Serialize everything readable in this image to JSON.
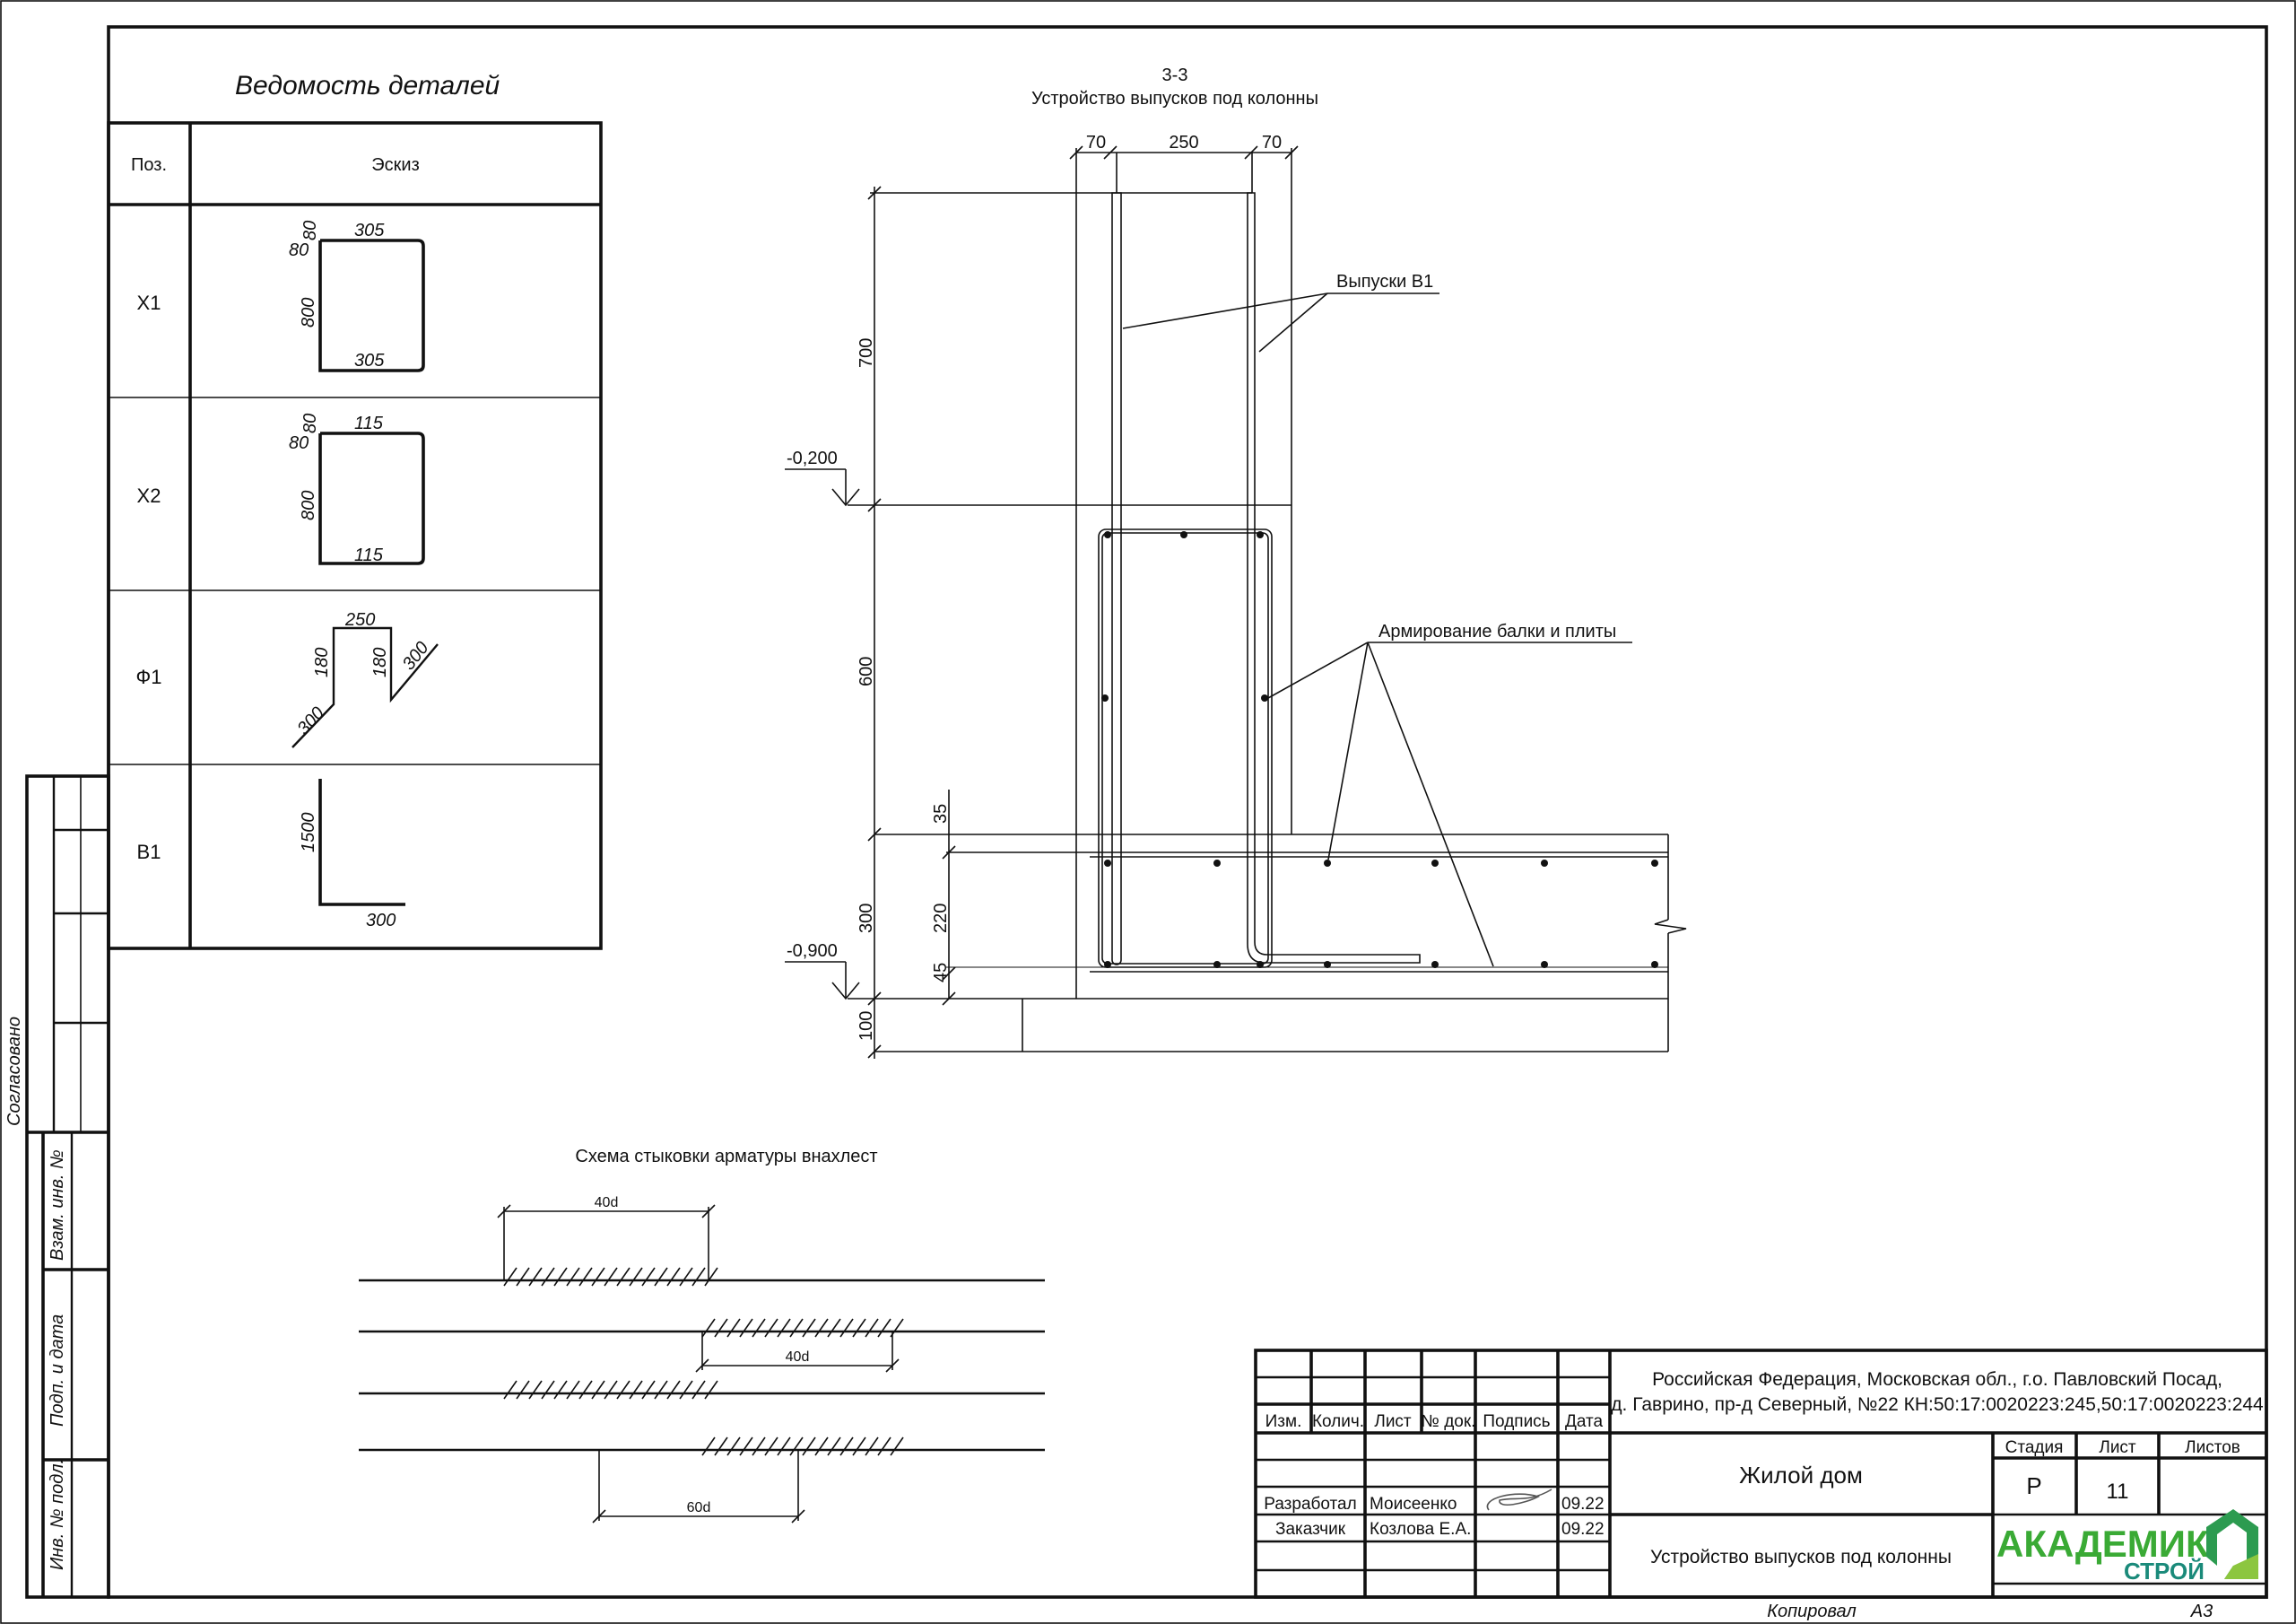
{
  "parts_schedule": {
    "title": "Ведомость деталей",
    "headers": {
      "pos": "Поз.",
      "sketch": "Эскиз"
    },
    "rows": [
      {
        "pos": "Х1",
        "dims": {
          "a": "80",
          "b": "80",
          "top": "305",
          "height": "800",
          "bottom": "305"
        }
      },
      {
        "pos": "Х2",
        "dims": {
          "a": "80",
          "b": "80",
          "top": "115",
          "height": "800",
          "bottom": "115"
        }
      },
      {
        "pos": "Ф1",
        "dims": {
          "top": "250",
          "left_h": "180",
          "right_h": "180",
          "left_leg": "300",
          "right_leg": "300"
        }
      },
      {
        "pos": "В1",
        "dims": {
          "height": "1500",
          "leg": "300"
        }
      }
    ]
  },
  "section": {
    "mark": "3-3",
    "title": "Устройство выпусков под колонны",
    "dims_top": [
      "70",
      "250",
      "70"
    ],
    "dims_left": [
      "700",
      "600",
      "300",
      "100"
    ],
    "dims_inner": [
      "35",
      "220",
      "45"
    ],
    "levels": [
      "-0,200",
      "-0,900"
    ],
    "leaders": {
      "bars": "Выпуски В1",
      "reinforcement": "Армирование балки и плиты"
    }
  },
  "lap_scheme": {
    "title": "Схема стыковки арматуры внахлест",
    "dims": [
      "40d",
      "40d",
      "60d"
    ]
  },
  "side_stamp": {
    "agreed": "Согласовано",
    "fields": [
      "Взам. инв. №",
      "Подп. и дата",
      "Инв. № подл."
    ]
  },
  "title_block": {
    "headers": [
      "Изм.",
      "Колич.",
      "Лист",
      "№ док.",
      "Подпись",
      "Дата"
    ],
    "rows": [
      {
        "role": "Разработал",
        "name": "Моисеенко",
        "date": "09.22"
      },
      {
        "role": "Заказчик",
        "name": "Козлова Е.А.",
        "date": "09.22"
      }
    ],
    "address_line1": "Российская Федерация, Московская обл., г.о. Павловский Посад,",
    "address_line2": "д. Гаврино, пр-д Северный, №22 КН:50:17:0020223:245,50:17:0020223:244",
    "object": "Жилой дом",
    "sheet_title": "Устройство выпусков под колонны",
    "stage_label": "Стадия",
    "sheet_label": "Лист",
    "sheets_label": "Листов",
    "stage": "Р",
    "sheet": "11",
    "sheets": "",
    "logo_main": "АКАДЕМИК",
    "logo_sub": "СТРОЙ",
    "logo_color_green": "#3aaa35",
    "logo_color_teal": "#1a8a7a",
    "copied": "Копировал",
    "format": "А3"
  }
}
